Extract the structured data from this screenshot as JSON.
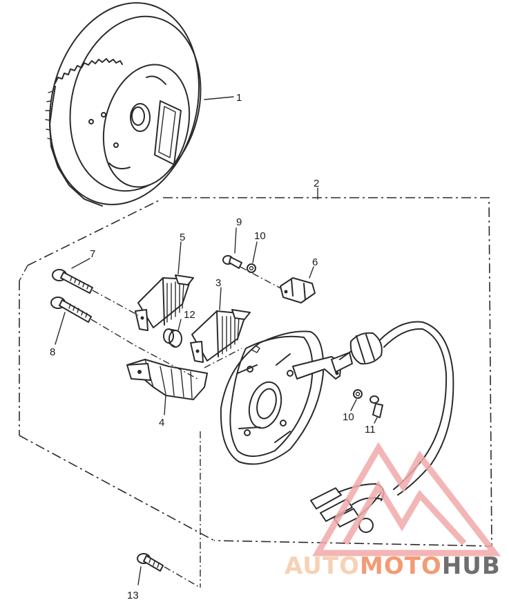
{
  "labels": {
    "p1": "1",
    "p2": "2",
    "p3": "3",
    "p4": "4",
    "p5": "5",
    "p6": "6",
    "p7": "7",
    "p8": "8",
    "p9": "9",
    "p10a": "10",
    "p10b": "10",
    "p11": "11",
    "p12": "12",
    "p13": "13"
  },
  "watermark": {
    "part1": "AUTO",
    "part2": "MOTO",
    "part3": "HUB",
    "color_light": "#f5c9a8",
    "color_mid": "#f08a5d",
    "color_dark": "#555555",
    "logo_color": "#f1a9a9"
  }
}
